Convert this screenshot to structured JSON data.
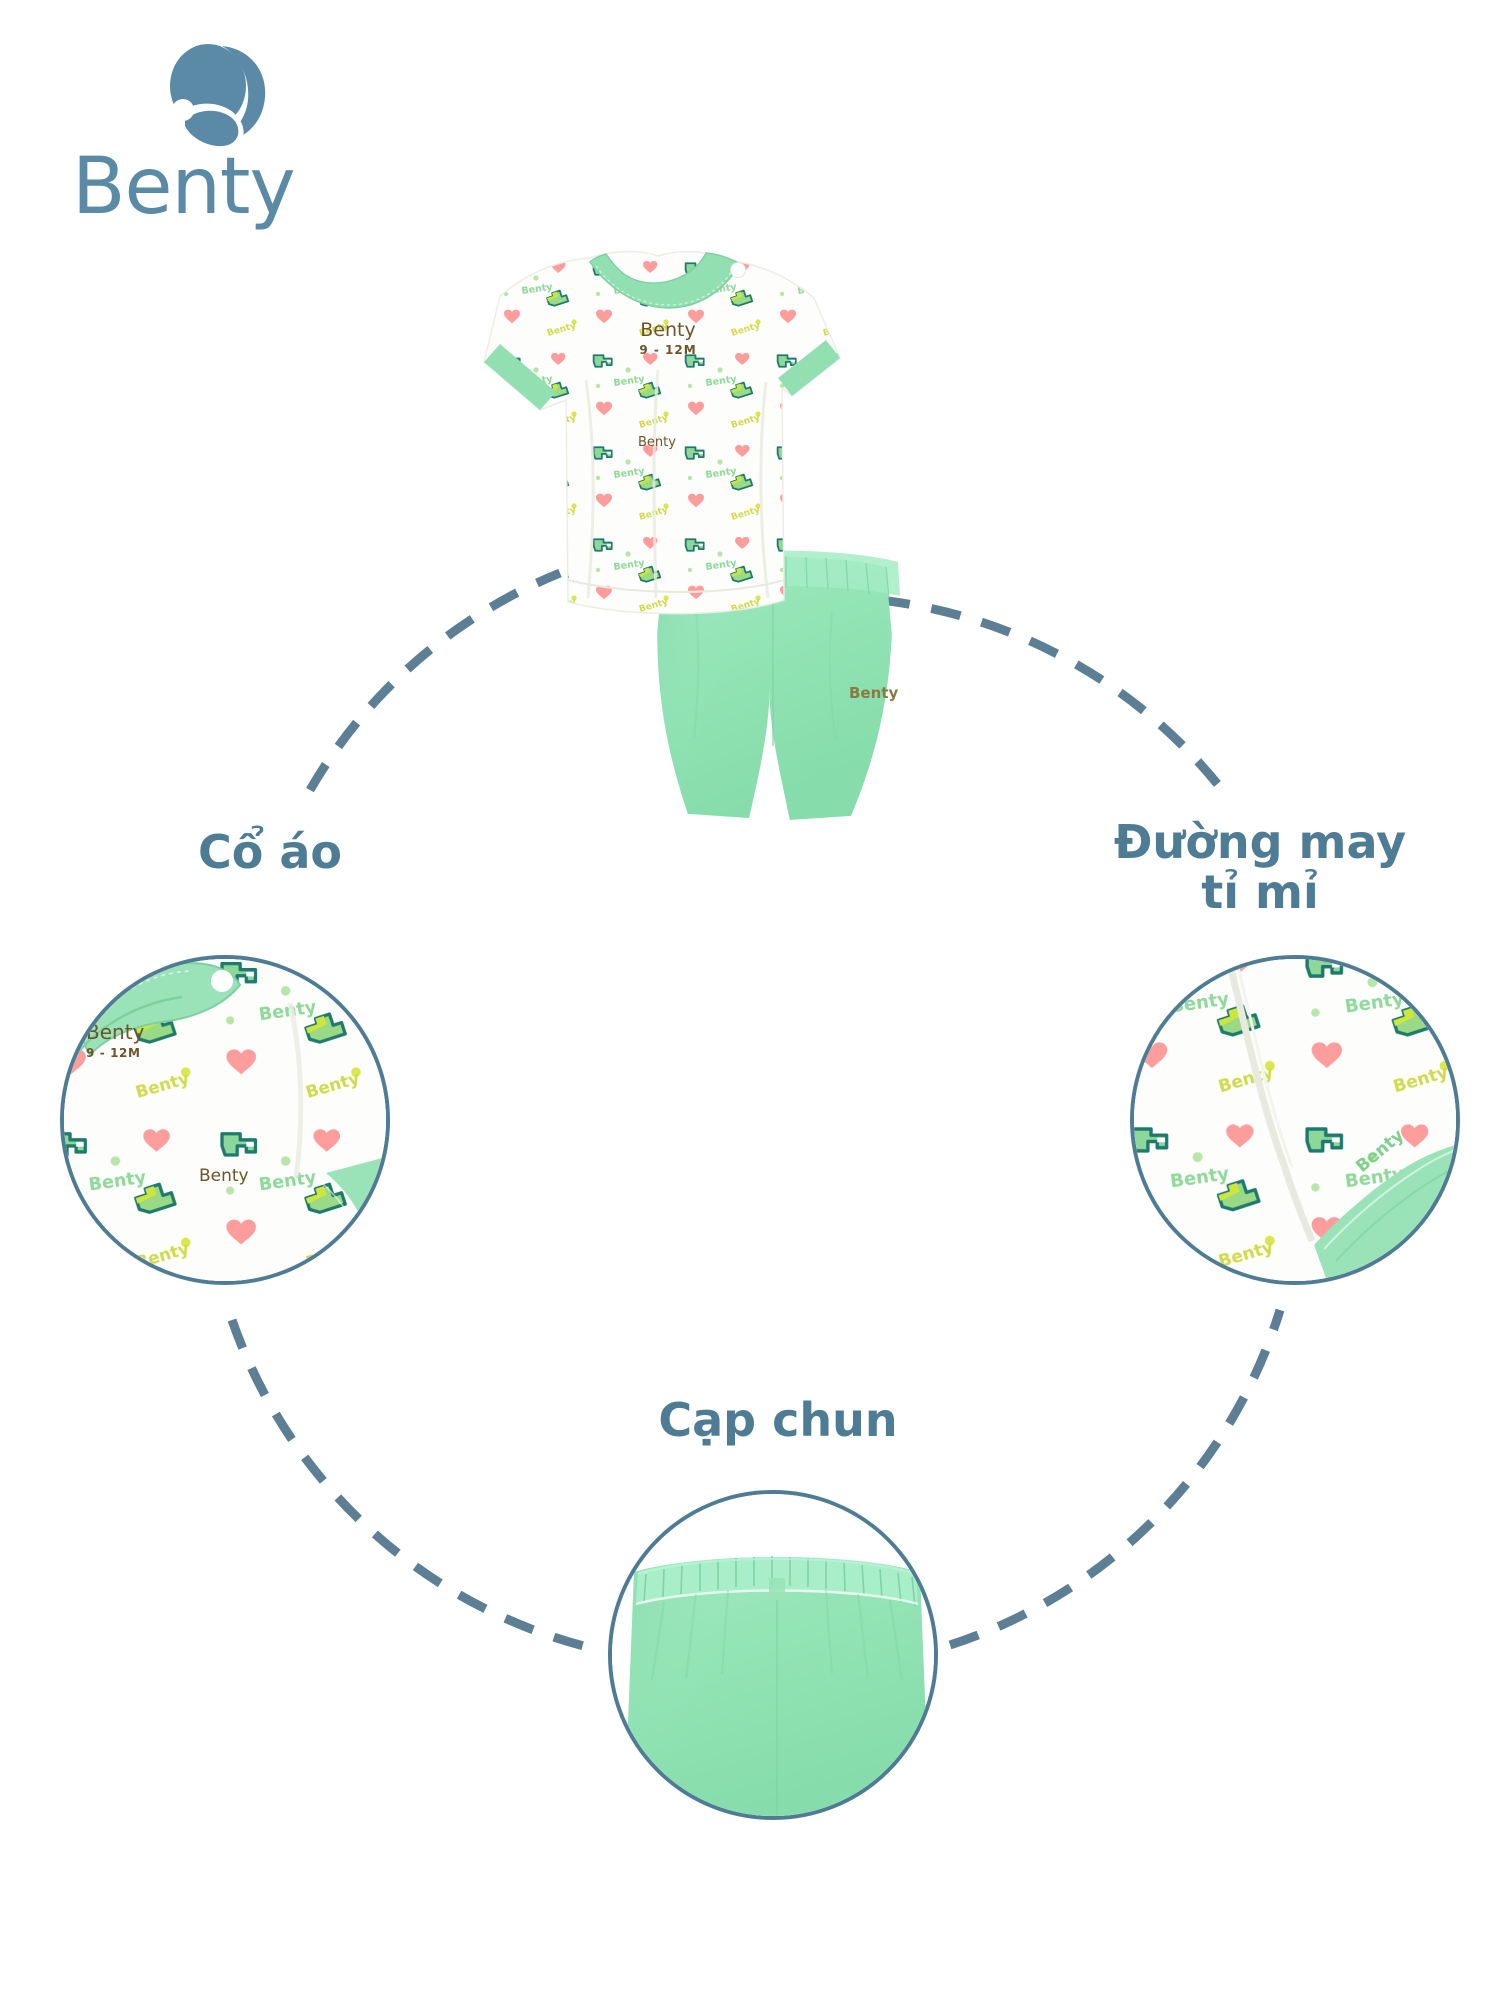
{
  "brand": {
    "name": "Benty",
    "logo_mark": "mother-and-baby-icon",
    "color": "#5a8aa6"
  },
  "product": {
    "type": "baby-pajama-set",
    "top": {
      "body_color": "#ffffff",
      "trim_color": "#92e0b2",
      "neck_tag_brand": "Benty",
      "neck_tag_size": "9 - 12M",
      "tag_color": "#7a5a2e"
    },
    "shorts": {
      "color": "#92e3b5",
      "brand_mark": "Benty",
      "brand_mark_color": "#8a7a40"
    },
    "print": {
      "motifs": [
        "crocodile",
        "heart",
        "dot",
        "benty-text"
      ],
      "crocodile_green": "#7fd08a",
      "crocodile_outline": "#1f7a6e",
      "crocodile_accent": "#c8e23c",
      "heart_color": "#ff9d9d",
      "text_color": "#8fd99a"
    }
  },
  "features": [
    {
      "id": "collar",
      "label": "Cổ áo",
      "lines": [
        "Cổ áo"
      ],
      "detail_name": "collar-closeup"
    },
    {
      "id": "seam",
      "label": "Đường may tỉ mỉ",
      "lines": [
        "Đường may",
        "tỉ mỉ"
      ],
      "detail_name": "sleeve-seam-closeup"
    },
    {
      "id": "waist",
      "label": "Cạp chun",
      "lines": [
        "Cạp chun"
      ],
      "detail_name": "elastic-waistband-closeup"
    }
  ],
  "colors": {
    "accent_blue": "#4f7c95",
    "logo_blue": "#5a8aa6",
    "mint": "#92e3b5",
    "mint_trim": "#92e0b2",
    "background": "#ffffff"
  }
}
